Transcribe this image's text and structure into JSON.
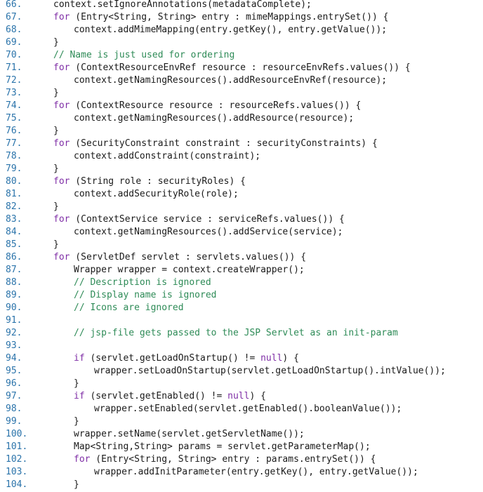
{
  "code_view": {
    "lines": [
      {
        "number": "66.",
        "indent": 1,
        "tokens": [
          {
            "t": "context.setIgnoreAnnotations(metadataComplete);",
            "k": "plain"
          }
        ]
      },
      {
        "number": "67.",
        "indent": 1,
        "tokens": [
          {
            "t": "for",
            "k": "kw"
          },
          {
            "t": " (Entry<String, String> entry : mimeMappings.entrySet()) {",
            "k": "plain"
          }
        ]
      },
      {
        "number": "68.",
        "indent": 2,
        "tokens": [
          {
            "t": "context.addMimeMapping(entry.getKey(), entry.getValue());",
            "k": "plain"
          }
        ]
      },
      {
        "number": "69.",
        "indent": 1,
        "tokens": [
          {
            "t": "}",
            "k": "plain"
          }
        ]
      },
      {
        "number": "70.",
        "indent": 1,
        "tokens": [
          {
            "t": "// Name is just used for ordering",
            "k": "cm"
          }
        ]
      },
      {
        "number": "71.",
        "indent": 1,
        "tokens": [
          {
            "t": "for",
            "k": "kw"
          },
          {
            "t": " (ContextResourceEnvRef resource : resourceEnvRefs.values()) {",
            "k": "plain"
          }
        ]
      },
      {
        "number": "72.",
        "indent": 2,
        "tokens": [
          {
            "t": "context.getNamingResources().addResourceEnvRef(resource);",
            "k": "plain"
          }
        ]
      },
      {
        "number": "73.",
        "indent": 1,
        "tokens": [
          {
            "t": "}",
            "k": "plain"
          }
        ]
      },
      {
        "number": "74.",
        "indent": 1,
        "tokens": [
          {
            "t": "for",
            "k": "kw"
          },
          {
            "t": " (ContextResource resource : resourceRefs.values()) {",
            "k": "plain"
          }
        ]
      },
      {
        "number": "75.",
        "indent": 2,
        "tokens": [
          {
            "t": "context.getNamingResources().addResource(resource);",
            "k": "plain"
          }
        ]
      },
      {
        "number": "76.",
        "indent": 1,
        "tokens": [
          {
            "t": "}",
            "k": "plain"
          }
        ]
      },
      {
        "number": "77.",
        "indent": 1,
        "tokens": [
          {
            "t": "for",
            "k": "kw"
          },
          {
            "t": " (SecurityConstraint constraint : securityConstraints) {",
            "k": "plain"
          }
        ]
      },
      {
        "number": "78.",
        "indent": 2,
        "tokens": [
          {
            "t": "context.addConstraint(constraint);",
            "k": "plain"
          }
        ]
      },
      {
        "number": "79.",
        "indent": 1,
        "tokens": [
          {
            "t": "}",
            "k": "plain"
          }
        ]
      },
      {
        "number": "80.",
        "indent": 1,
        "tokens": [
          {
            "t": "for",
            "k": "kw"
          },
          {
            "t": " (String role : securityRoles) {",
            "k": "plain"
          }
        ]
      },
      {
        "number": "81.",
        "indent": 2,
        "tokens": [
          {
            "t": "context.addSecurityRole(role);",
            "k": "plain"
          }
        ]
      },
      {
        "number": "82.",
        "indent": 1,
        "tokens": [
          {
            "t": "}",
            "k": "plain"
          }
        ]
      },
      {
        "number": "83.",
        "indent": 1,
        "tokens": [
          {
            "t": "for",
            "k": "kw"
          },
          {
            "t": " (ContextService service : serviceRefs.values()) {",
            "k": "plain"
          }
        ]
      },
      {
        "number": "84.",
        "indent": 2,
        "tokens": [
          {
            "t": "context.getNamingResources().addService(service);",
            "k": "plain"
          }
        ]
      },
      {
        "number": "85.",
        "indent": 1,
        "tokens": [
          {
            "t": "}",
            "k": "plain"
          }
        ]
      },
      {
        "number": "86.",
        "indent": 1,
        "tokens": [
          {
            "t": "for",
            "k": "kw"
          },
          {
            "t": " (ServletDef servlet : servlets.values()) {",
            "k": "plain"
          }
        ]
      },
      {
        "number": "87.",
        "indent": 2,
        "tokens": [
          {
            "t": "Wrapper wrapper = context.createWrapper();",
            "k": "plain"
          }
        ]
      },
      {
        "number": "88.",
        "indent": 2,
        "tokens": [
          {
            "t": "// Description is ignored",
            "k": "cm"
          }
        ]
      },
      {
        "number": "89.",
        "indent": 2,
        "tokens": [
          {
            "t": "// Display name is ignored",
            "k": "cm"
          }
        ]
      },
      {
        "number": "90.",
        "indent": 2,
        "tokens": [
          {
            "t": "// Icons are ignored",
            "k": "cm"
          }
        ]
      },
      {
        "number": "91.",
        "indent": 2,
        "tokens": []
      },
      {
        "number": "92.",
        "indent": 2,
        "tokens": [
          {
            "t": "// jsp-file gets passed to the JSP Servlet as an init-param",
            "k": "cm"
          }
        ]
      },
      {
        "number": "93.",
        "indent": 2,
        "tokens": []
      },
      {
        "number": "94.",
        "indent": 2,
        "tokens": [
          {
            "t": "if",
            "k": "kw"
          },
          {
            "t": " (servlet.getLoadOnStartup() != ",
            "k": "plain"
          },
          {
            "t": "null",
            "k": "lit"
          },
          {
            "t": ") {",
            "k": "plain"
          }
        ]
      },
      {
        "number": "95.",
        "indent": 3,
        "tokens": [
          {
            "t": "wrapper.setLoadOnStartup(servlet.getLoadOnStartup().intValue());",
            "k": "plain"
          }
        ]
      },
      {
        "number": "96.",
        "indent": 2,
        "tokens": [
          {
            "t": "}",
            "k": "plain"
          }
        ]
      },
      {
        "number": "97.",
        "indent": 2,
        "tokens": [
          {
            "t": "if",
            "k": "kw"
          },
          {
            "t": " (servlet.getEnabled() != ",
            "k": "plain"
          },
          {
            "t": "null",
            "k": "lit"
          },
          {
            "t": ") {",
            "k": "plain"
          }
        ]
      },
      {
        "number": "98.",
        "indent": 3,
        "tokens": [
          {
            "t": "wrapper.setEnabled(servlet.getEnabled().booleanValue());",
            "k": "plain"
          }
        ]
      },
      {
        "number": "99.",
        "indent": 2,
        "tokens": [
          {
            "t": "}",
            "k": "plain"
          }
        ]
      },
      {
        "number": "100.",
        "indent": 2,
        "tokens": [
          {
            "t": "wrapper.setName(servlet.getServletName());",
            "k": "plain"
          }
        ]
      },
      {
        "number": "101.",
        "indent": 2,
        "tokens": [
          {
            "t": "Map<String,String> params = servlet.getParameterMap();",
            "k": "plain"
          }
        ]
      },
      {
        "number": "102.",
        "indent": 2,
        "tokens": [
          {
            "t": "for",
            "k": "kw"
          },
          {
            "t": " (Entry<String, String> entry : params.entrySet()) {",
            "k": "plain"
          }
        ]
      },
      {
        "number": "103.",
        "indent": 3,
        "tokens": [
          {
            "t": "wrapper.addInitParameter(entry.getKey(), entry.getValue());",
            "k": "plain"
          }
        ]
      },
      {
        "number": "104.",
        "indent": 2,
        "tokens": [
          {
            "t": "}",
            "k": "plain"
          }
        ]
      }
    ]
  },
  "colors": {
    "line_number": "#2a73aa",
    "keyword": "#7f2ea6",
    "comment": "#2e8b57",
    "text": "#1a1a1a",
    "background": "#ffffff"
  }
}
